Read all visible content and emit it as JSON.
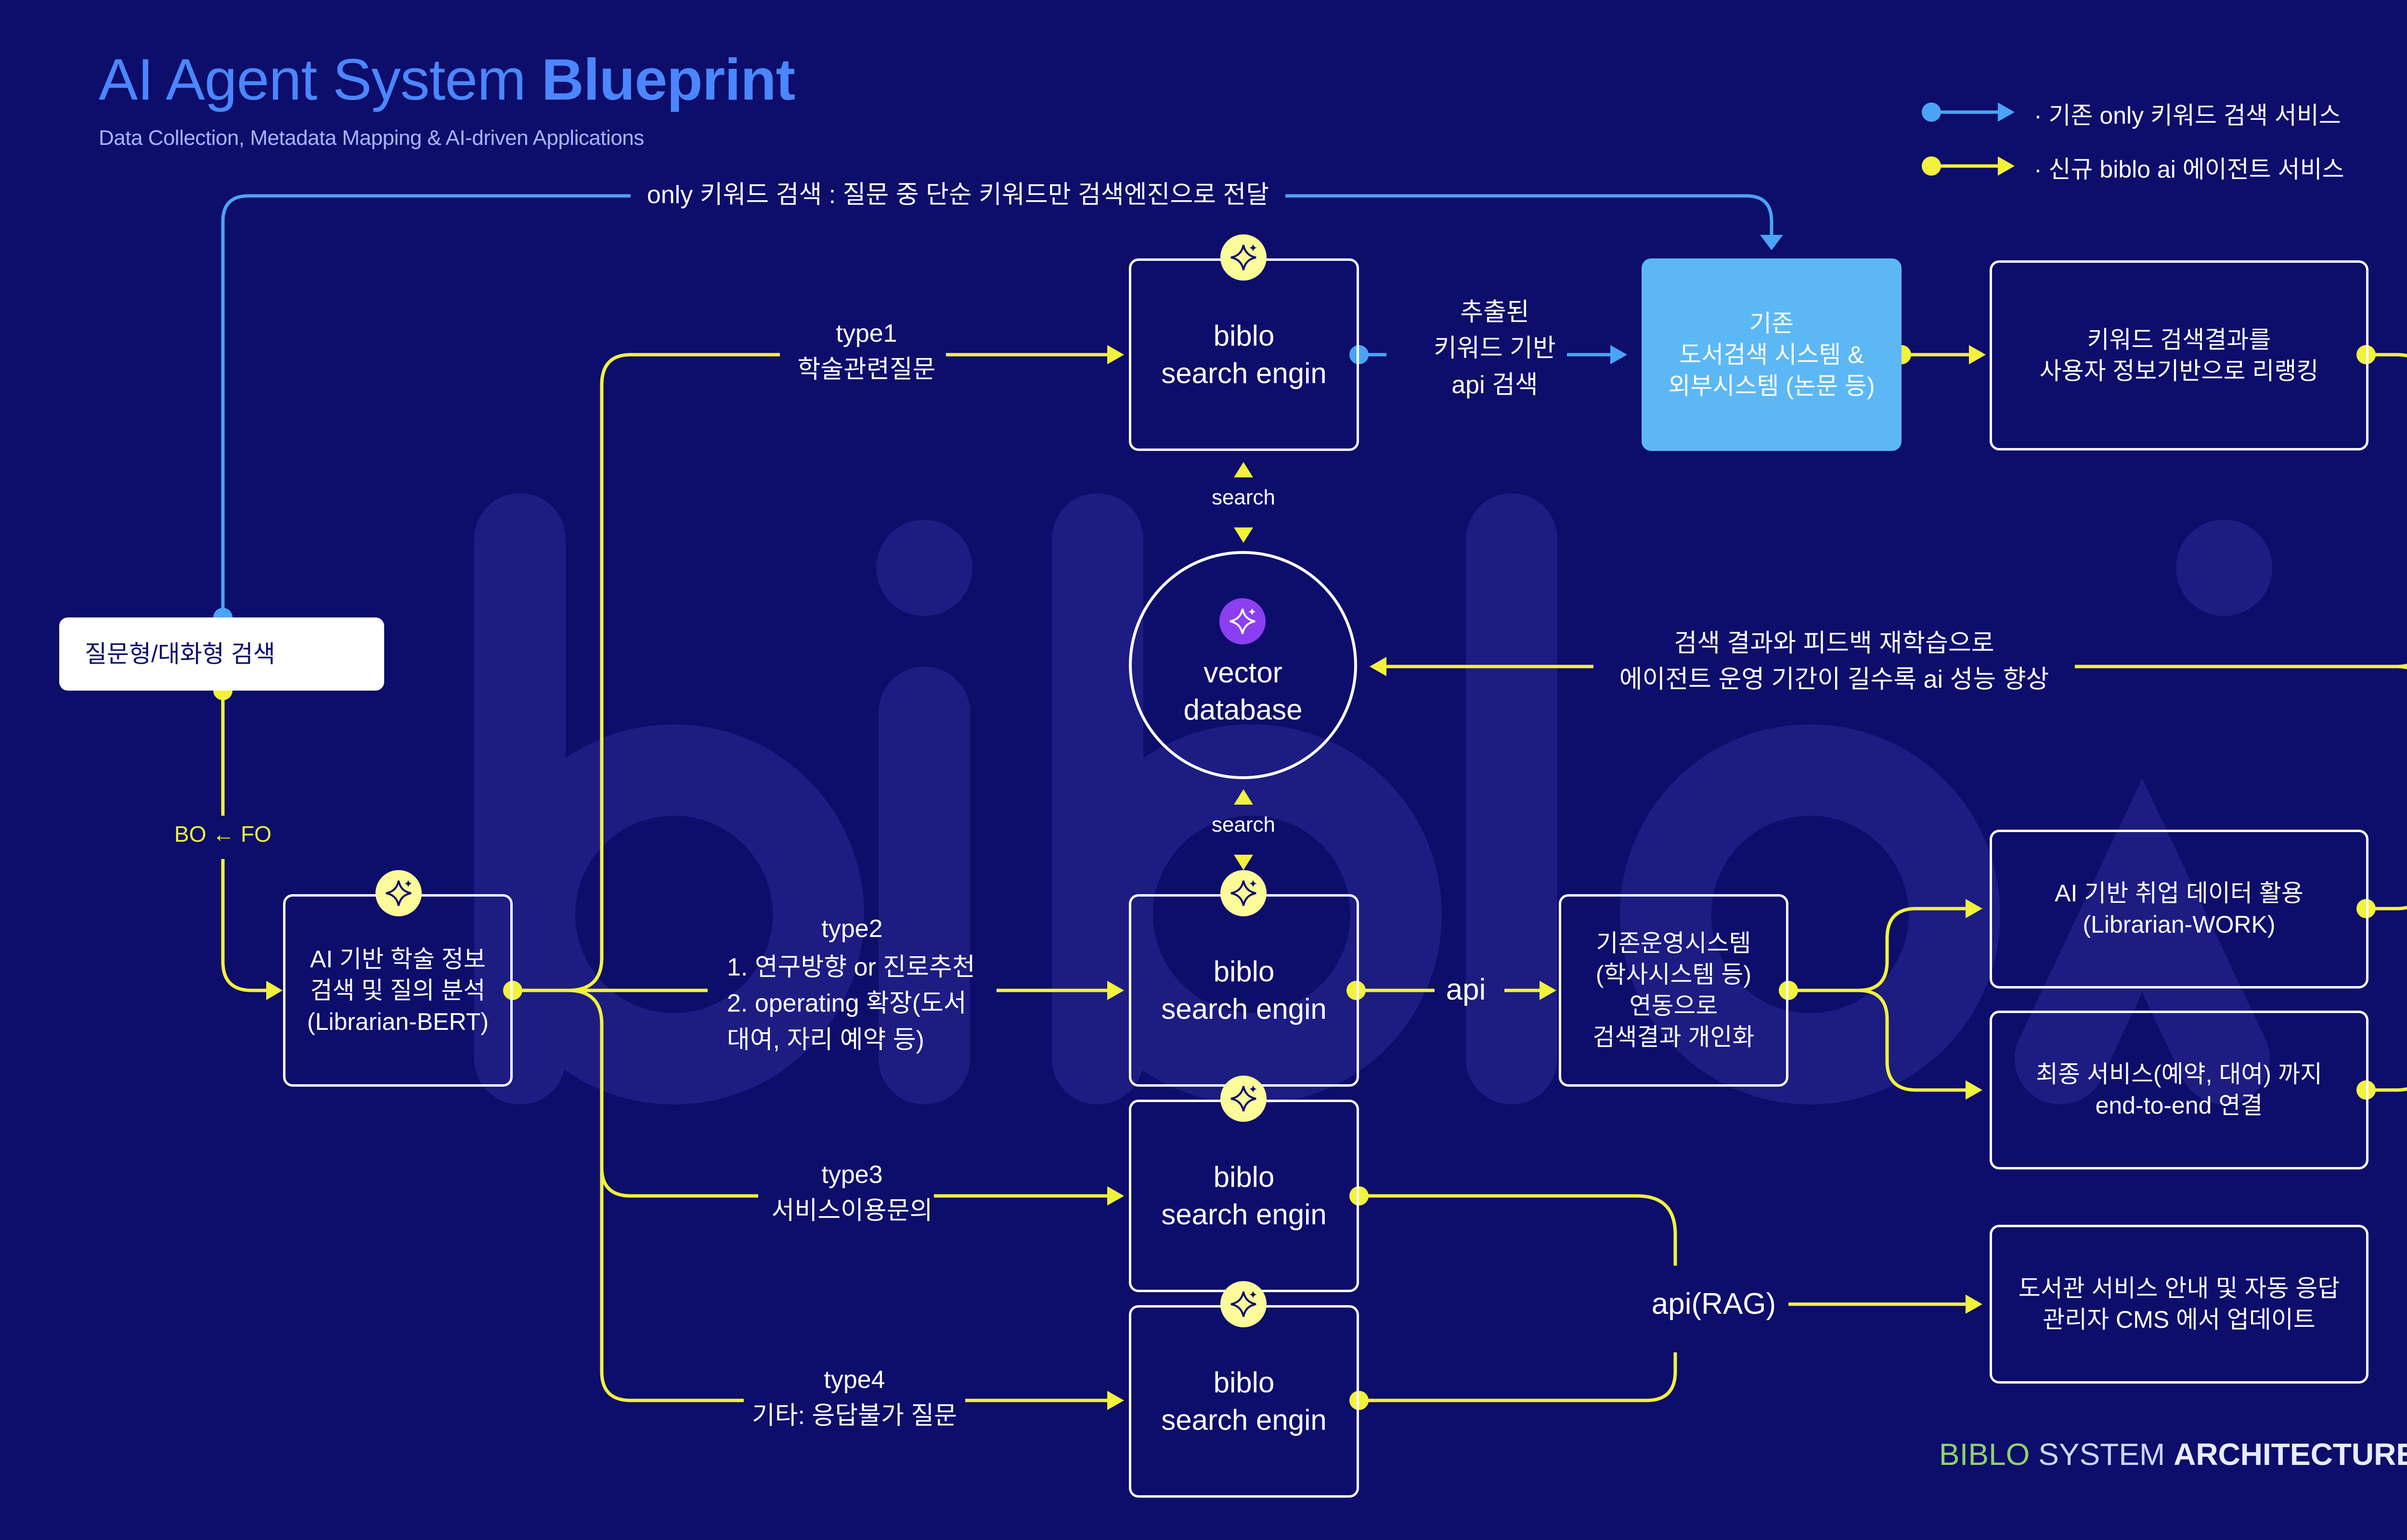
{
  "header": {
    "title_light": "AI Agent System ",
    "title_bold": "Blueprint",
    "subtitle": "Data Collection, Metadata Mapping & AI-driven Applications"
  },
  "legend": {
    "existing": "·  기존 only 키워드 검색 서비스",
    "new": "·  신규 biblo ai 에이전트 서비스"
  },
  "colors": {
    "existing_flow": "#4ba3f5",
    "new_flow": "#f2f23c",
    "background": "#0d0d6b",
    "accent_purple": "#8b3ff0",
    "footer_green": "#8fd16b"
  },
  "icons": {
    "engine_badge": "sparkle-icon",
    "vector_db": "sparkle-icon"
  },
  "top_flow_label": "only 키워드 검색 : 질문 중 단순 키워드만 검색엔진으로 전달",
  "search_input": {
    "label": "질문형/대화형 검색"
  },
  "bo_fo": "BO ← FO",
  "analysis_box": "AI 기반 학술 정보\n검색 및 질의 분석\n(Librarian-BERT)",
  "types": {
    "type1": "type1\n학술관련질문",
    "type2_title": "type2",
    "type2_body": "1. 연구방향 or 진로추천\n2. operating 확장(도서\n    대여, 자리 예약 등)",
    "type3": "type3\n서비스이용문의",
    "type4": "type4\n기타: 응답불가 질문"
  },
  "engines": {
    "e1": "biblo\nsearch engin",
    "e2": "biblo\nsearch engin",
    "e3": "biblo\nsearch engin",
    "e4": "biblo\nsearch engin"
  },
  "vector_db": "vector\ndatabase",
  "search_label_top": "search",
  "search_label_bottom": "search",
  "extracted_label": "추출된\n키워드 기반\napi 검색",
  "existing_system": "기존\n도서검색 시스템 &\n외부시스템 (논문 등)",
  "rerank_box": "키워드 검색결과를\n사용자 정보기반으로 리랭킹",
  "feedback_label": "검색 결과와 피드백 재학습으로\n에이전트 운영 기간이 길수록 ai 성능 향상",
  "api_label": "api",
  "ops_system": "기존운영시스템\n(학사시스템 등)\n연동으로\n검색결과 개인화",
  "work_box": "AI 기반 취업 데이터 활용\n(Librarian-WORK)",
  "final_box": "최종 서비스(예약, 대여) 까지\nend-to-end 연결",
  "rag_label": "api(RAG)",
  "cms_box": "도서관 서비스 안내 및 자동 응답\n관리자 CMS 에서 업데이트",
  "footer": {
    "part1": "BIBLO ",
    "part2": "SYSTEM ",
    "part3": "ARCHITECTURE"
  },
  "watermark": "biblo"
}
